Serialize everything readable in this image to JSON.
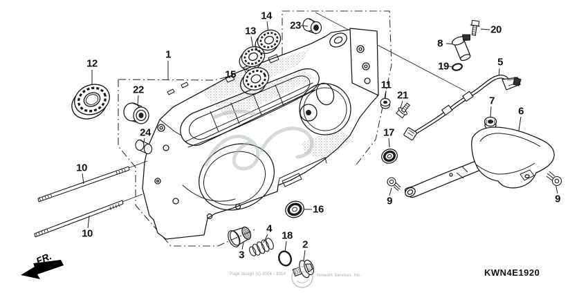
{
  "figure_code": "KWN4E1920",
  "fr_arrow": {
    "label": "FR."
  },
  "footer": {
    "left": "Page design (c) 2004 - 2014",
    "right": "Network Services, Inc."
  },
  "colors": {
    "line": "#1a1a1a",
    "watermark": "#aab4ba",
    "credit_gray": "#a9a9a9"
  },
  "callouts": [
    {
      "id": "1",
      "label": "1"
    },
    {
      "id": "2",
      "label": "2"
    },
    {
      "id": "3",
      "label": "3"
    },
    {
      "id": "4",
      "label": "4"
    },
    {
      "id": "5",
      "label": "5"
    },
    {
      "id": "6",
      "label": "6"
    },
    {
      "id": "7",
      "label": "7"
    },
    {
      "id": "8",
      "label": "8"
    },
    {
      "id": "9-left",
      "label": "9"
    },
    {
      "id": "9-right",
      "label": "9"
    },
    {
      "id": "10-top",
      "label": "10"
    },
    {
      "id": "10-bottom",
      "label": "10"
    },
    {
      "id": "11",
      "label": "11"
    },
    {
      "id": "12",
      "label": "12"
    },
    {
      "id": "13",
      "label": "13"
    },
    {
      "id": "14",
      "label": "14"
    },
    {
      "id": "15",
      "label": "15"
    },
    {
      "id": "16",
      "label": "16"
    },
    {
      "id": "17",
      "label": "17"
    },
    {
      "id": "18",
      "label": "18"
    },
    {
      "id": "19",
      "label": "19"
    },
    {
      "id": "20",
      "label": "20"
    },
    {
      "id": "21",
      "label": "21"
    },
    {
      "id": "22",
      "label": "22"
    },
    {
      "id": "23",
      "label": "23"
    },
    {
      "id": "24",
      "label": "24"
    }
  ]
}
